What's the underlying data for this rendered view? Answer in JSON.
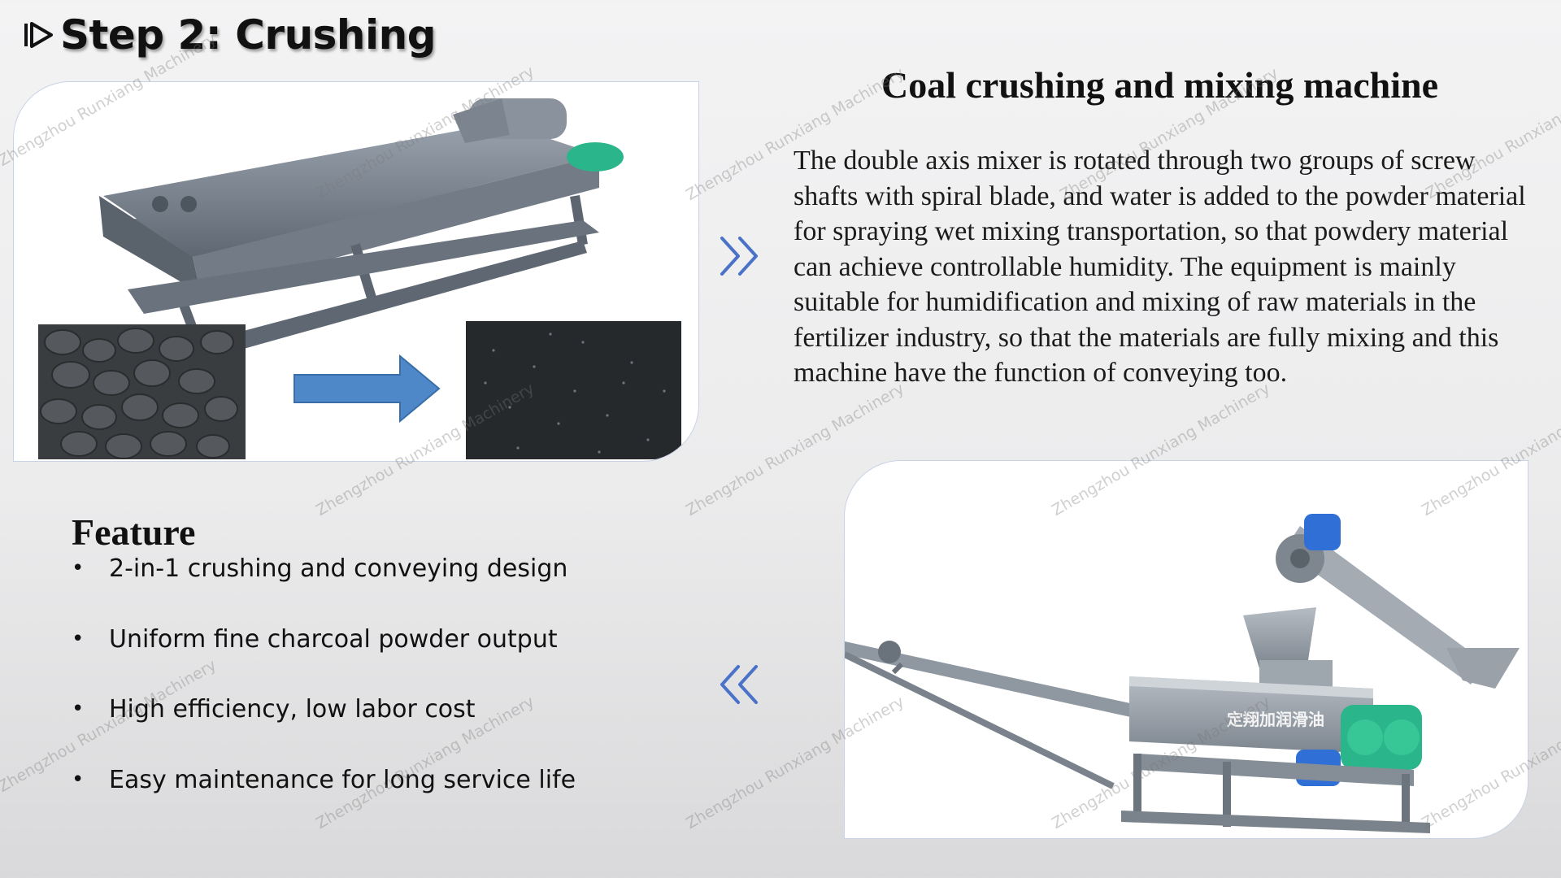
{
  "header": {
    "step_title": "Step 2: Crushing"
  },
  "machine": {
    "title": "Coal crushing and mixing machine",
    "description": "The double axis mixer is rotated through two groups of screw shafts with spiral blade, and water is added to the powder material for spraying wet mixing transportation, so that powdery material can achieve controllable humidity. The equipment is mainly suitable for humidification and mixing of raw materials in the fertilizer industry, so that the materials are fully mixing and this machine have the function of conveying too."
  },
  "feature": {
    "title": "Feature",
    "items": [
      {
        "bullet": "•",
        "text": "2-in-1 crushing and conveying design"
      },
      {
        "bullet": "•",
        "text": "Uniform fine charcoal powder output"
      },
      {
        "bullet": "•",
        "text": "High efficiency, low labor cost"
      },
      {
        "bullet": "•",
        "text": "Easy maintenance for long service life"
      }
    ]
  },
  "painted_images": {
    "bottom_machine_label": "定翔加润滑油"
  },
  "watermark": {
    "text": "Zhengzhou Runxiang Machinery"
  },
  "icons": {
    "title_icon": "play-outline-icon",
    "forward": "chevron-double-right-icon",
    "back": "chevron-double-left-icon",
    "process_arrow": "arrow-right-icon"
  },
  "colors": {
    "accent_blue": "#4a72c8",
    "arrow_blue": "#4f88c8",
    "machine_gray": "#7a838f",
    "motor_green": "#2bb58a",
    "motor_blue": "#2f6fd6"
  }
}
